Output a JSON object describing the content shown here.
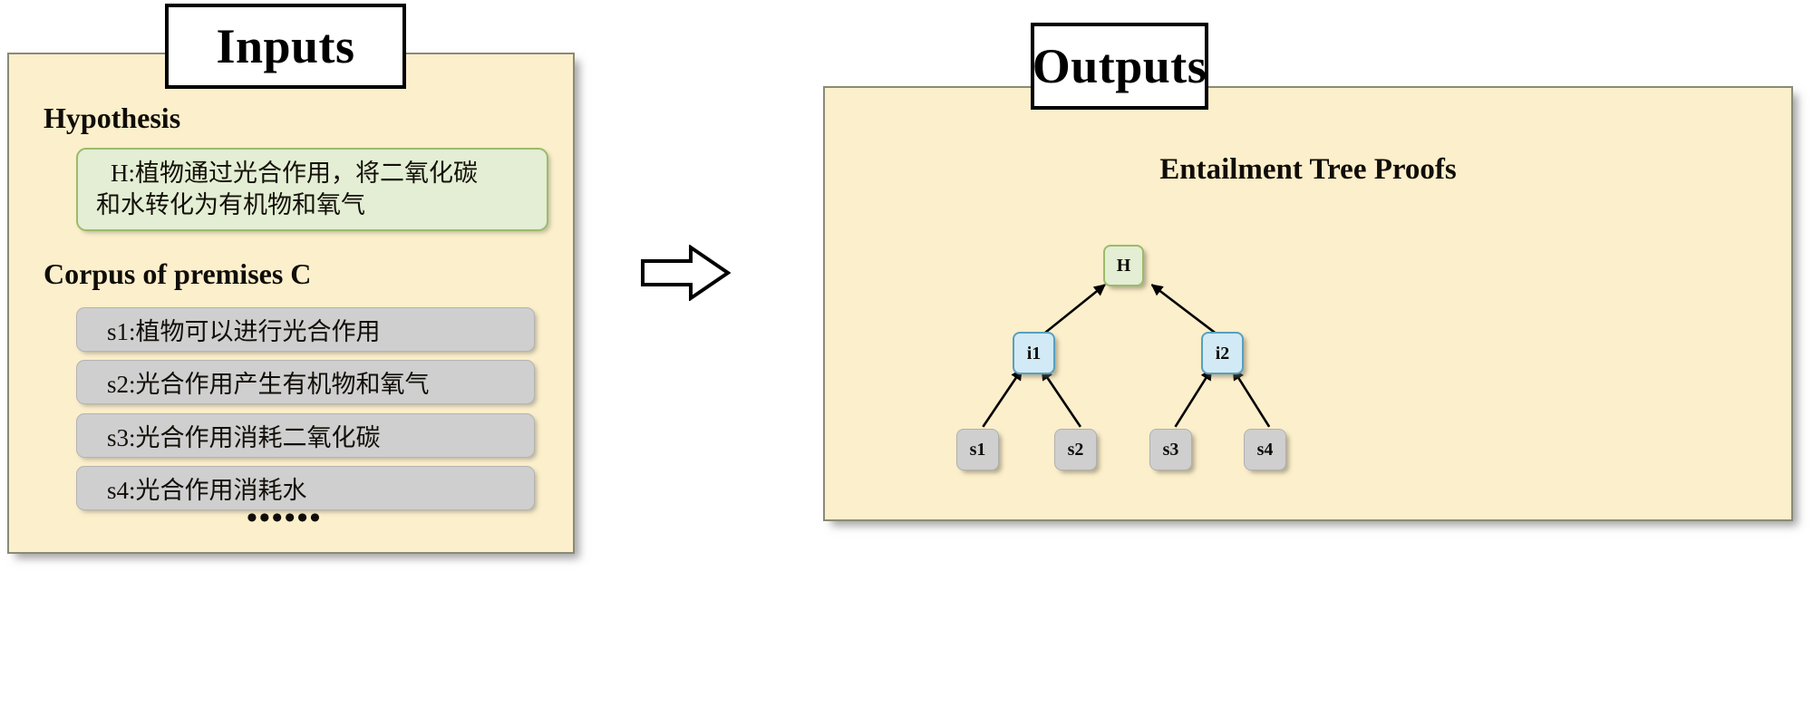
{
  "inputs": {
    "caption": "Inputs",
    "hypothesis_heading": "Hypothesis",
    "hypothesis_text": "H:植物通过光合作用，将二氧化碳\n和水转化为有机物和氧气",
    "corpus_heading": "Corpus of premises C",
    "premises": [
      {
        "id": "s1",
        "text": "s1:植物可以进行光合作用"
      },
      {
        "id": "s2",
        "text": "s2:光合作用产生有机物和氧气"
      },
      {
        "id": "s3",
        "text": "s3:光合作用消耗二氧化碳"
      },
      {
        "id": "s4",
        "text": "s4:光合作用消耗水"
      }
    ],
    "ellipsis": "••••••"
  },
  "flow": {
    "arrow_icon": "right-block-arrow-icon"
  },
  "outputs": {
    "caption": "Outputs",
    "heading": "Entailment Tree Proofs",
    "tree": {
      "nodes": [
        {
          "id": "H",
          "label": "H",
          "kind": "hypothesis"
        },
        {
          "id": "i1",
          "label": "i1",
          "kind": "intermediate"
        },
        {
          "id": "i2",
          "label": "i2",
          "kind": "intermediate"
        },
        {
          "id": "s1",
          "label": "s1",
          "kind": "leaf"
        },
        {
          "id": "s2",
          "label": "s2",
          "kind": "leaf"
        },
        {
          "id": "s3",
          "label": "s3",
          "kind": "leaf"
        },
        {
          "id": "s4",
          "label": "s4",
          "kind": "leaf"
        }
      ],
      "edges": [
        {
          "from": "i1",
          "to": "H"
        },
        {
          "from": "i2",
          "to": "H"
        },
        {
          "from": "s1",
          "to": "i1"
        },
        {
          "from": "s2",
          "to": "i1"
        },
        {
          "from": "s3",
          "to": "i2"
        },
        {
          "from": "s4",
          "to": "i2"
        }
      ]
    }
  },
  "colors": {
    "panel_bg": "#fcefcb",
    "panel_border": "#8a8a78",
    "hypothesis_bg": "#e3eed4",
    "hypothesis_border": "#9bbb6a",
    "intermediate_bg": "#d2eaf5",
    "intermediate_border": "#56a0c0",
    "leaf_bg": "#cfcfcf",
    "leaf_border": "#b0b0b0",
    "text": "#100d08"
  }
}
